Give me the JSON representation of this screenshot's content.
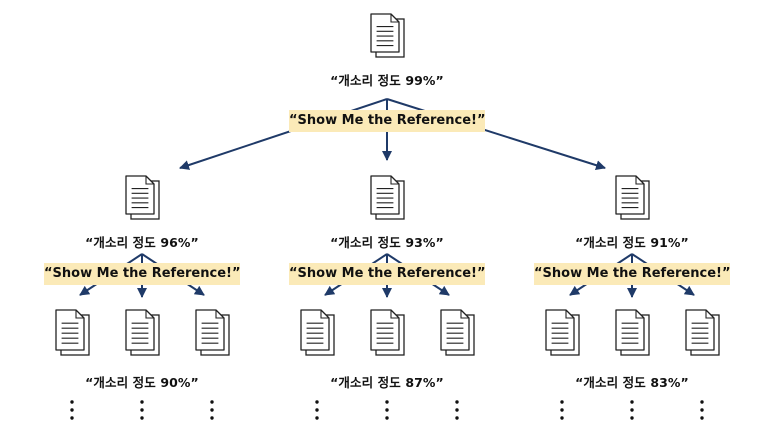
{
  "root": {
    "label": "“개소리 정도 99%”",
    "banner": "“Show Me the Reference!”"
  },
  "children": [
    {
      "label": "“개소리 정도 96%”",
      "banner": "“Show Me the Reference!”",
      "grandchild_label": "“개소리 정도 90%”"
    },
    {
      "label": "“개소리 정도 93%”",
      "banner": "“Show Me the Reference!”",
      "grandchild_label": "“개소리 정도 87%”"
    },
    {
      "label": "“개소리 정도 91%”",
      "banner": "“Show Me the Reference!”",
      "grandchild_label": "“개소리 정도 83%”"
    }
  ],
  "icons": {
    "document": "document-stack-icon",
    "continuation": "vertical-ellipsis-icon"
  },
  "colors": {
    "arrow": "#1f3a68",
    "banner": "#fbeab8",
    "stroke": "#222222"
  }
}
